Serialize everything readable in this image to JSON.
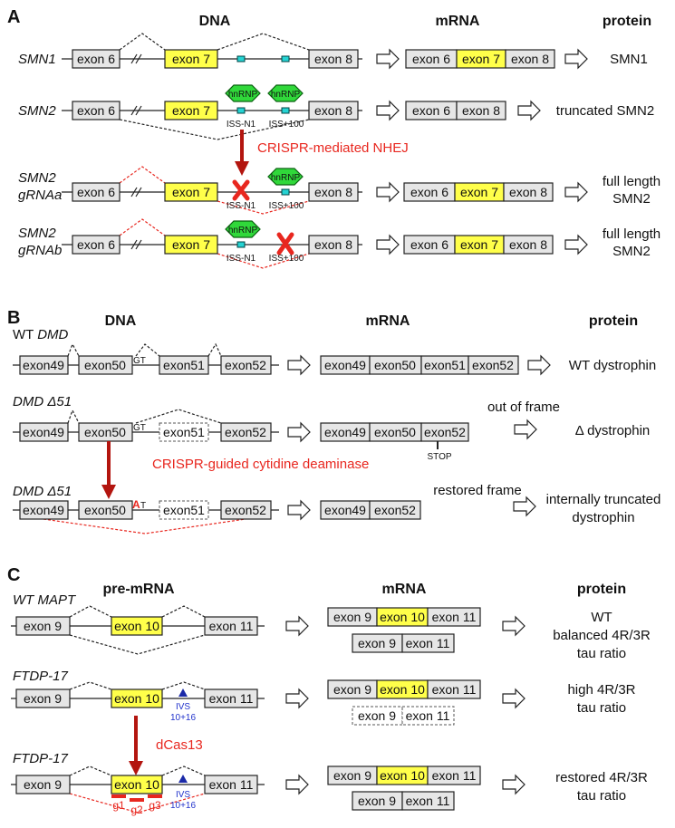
{
  "panel_a": {
    "label": "A",
    "headers": {
      "dna": "DNA",
      "mrna": "mRNA",
      "protein": "protein"
    },
    "rows": [
      {
        "gene": "SMN1",
        "mrna": [
          "exon 6",
          "exon 7",
          "exon 8"
        ],
        "protein": "SMN1"
      },
      {
        "gene": "SMN2",
        "mrna": [
          "exon 6",
          "exon 8"
        ],
        "protein": "truncated SMN2"
      },
      {
        "gene_line1": "SMN2",
        "gene_line2": "gRNAa",
        "mrna": [
          "exon 6",
          "exon 7",
          "exon 8"
        ],
        "protein_line1": "full length",
        "protein_line2": "SMN2"
      },
      {
        "gene_line1": "SMN2",
        "gene_line2": "gRNAb",
        "mrna": [
          "exon 6",
          "exon 7",
          "exon 8"
        ],
        "protein_line1": "full length",
        "protein_line2": "SMN2"
      }
    ],
    "exons": {
      "e6": "exon 6",
      "e7": "exon 7",
      "e8": "exon 8"
    },
    "iss_n1": "ISS-N1",
    "iss_100": "ISS+100",
    "hnrnp": "hnRNP",
    "method": "CRISPR-mediated NHEJ"
  },
  "panel_b": {
    "label": "B",
    "headers": {
      "dna": "DNA",
      "mrna": "mRNA",
      "protein": "protein"
    },
    "rows": [
      {
        "gene_prefix": "WT ",
        "gene": "DMD",
        "mrna": [
          "exon49",
          "exon50",
          "exon51",
          "exon52"
        ],
        "protein": "WT dystrophin"
      },
      {
        "gene": "DMD Δ51",
        "mrna": [
          "exon49",
          "exon50",
          "exon52"
        ],
        "note": "out of frame",
        "stop": "STOP",
        "protein": "Δ dystrophin"
      },
      {
        "gene": "DMD Δ51",
        "mrna": [
          "exon49",
          "exon52"
        ],
        "note": "restored frame",
        "protein_line1": "internally truncated",
        "protein_line2": "dystrophin"
      }
    ],
    "exons": {
      "e49": "exon49",
      "e50": "exon50",
      "e51": "exon51",
      "e52": "exon52"
    },
    "gt": "GT",
    "at_a": "A",
    "at_t": "T",
    "method": "CRISPR-guided cytidine deaminase"
  },
  "panel_c": {
    "label": "C",
    "headers": {
      "premrna": "pre-mRNA",
      "mrna": "mRNA",
      "protein": "protein"
    },
    "rows": [
      {
        "gene": "WT MAPT",
        "protein_line1": "WT",
        "protein_line2": "balanced 4R/3R",
        "protein_line3": "tau ratio"
      },
      {
        "gene": "FTDP-17",
        "protein_line1": "high 4R/3R",
        "protein_line2": "tau ratio"
      },
      {
        "gene": "FTDP-17",
        "protein_line1": "restored 4R/3R",
        "protein_line2": "tau ratio"
      }
    ],
    "exons": {
      "e9": "exon 9",
      "e10": "exon 10",
      "e11": "exon 11"
    },
    "ivs_line1": "IVS",
    "ivs_line2": "10+16",
    "guides": [
      "g1",
      "g2",
      "g3"
    ],
    "method": "dCas13"
  },
  "colors": {
    "exon_included": "#ffff4a",
    "exon_default": "#e6e6e6",
    "method_text": "#e8271f",
    "hnrnp": "#30d83a",
    "iss": "#26d3d3",
    "ivs": "#2233cc"
  }
}
